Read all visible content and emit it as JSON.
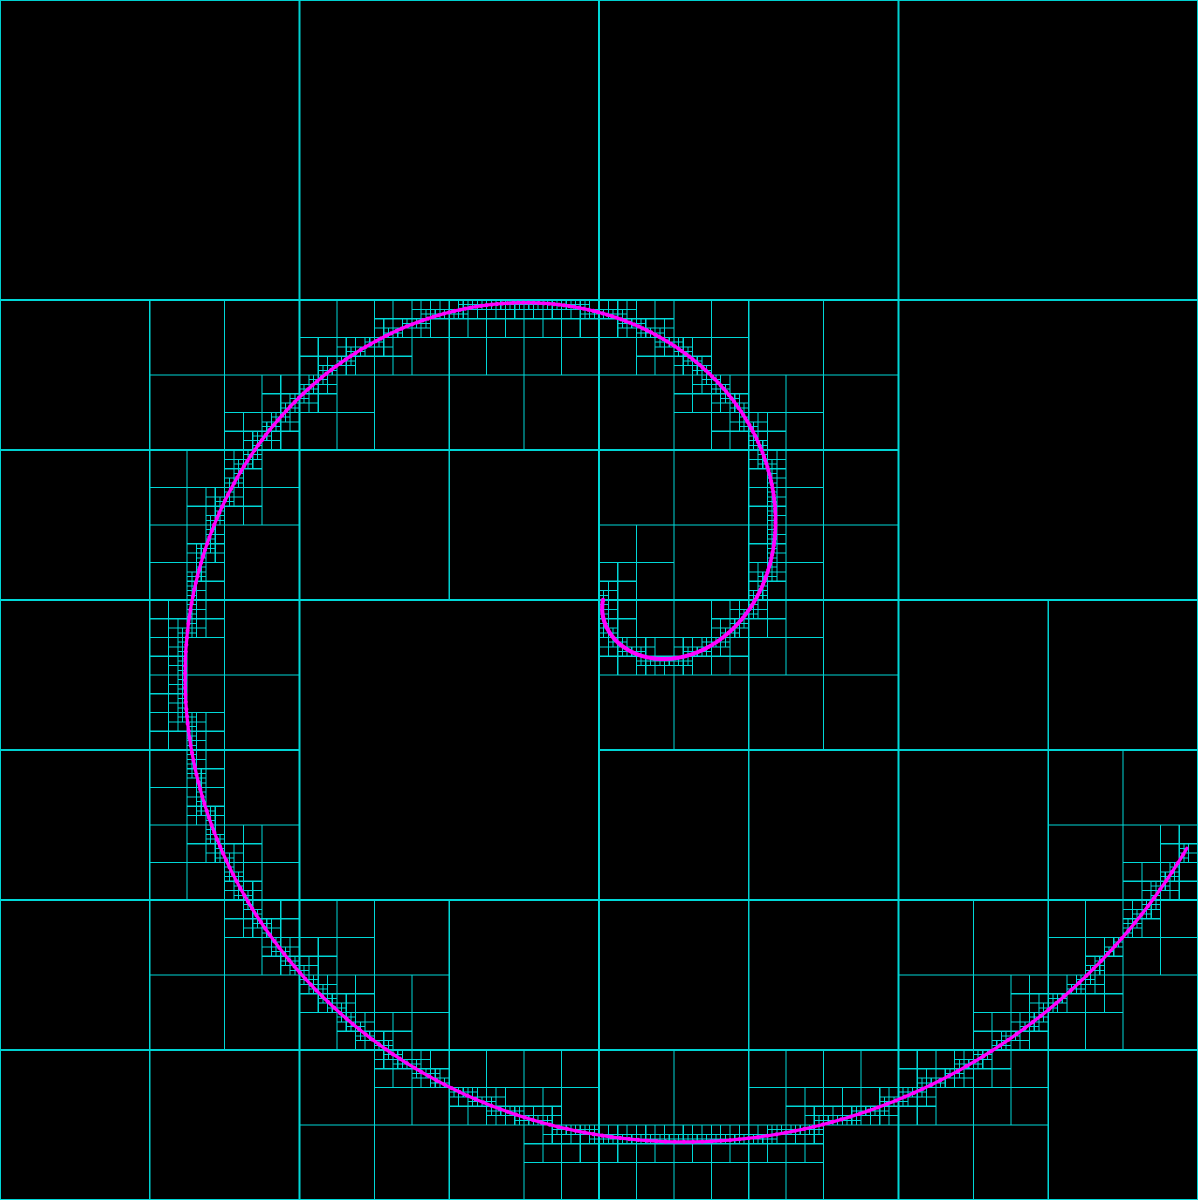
{
  "colors": {
    "background": "#000000",
    "grid_line": "#00d8d8",
    "curve": "#ff00ff"
  },
  "quadtree": {
    "depth_limit": 8
  },
  "curve": {
    "shape": "spiral",
    "rendered_as": "dotted polyline",
    "start_point": "center",
    "turns": 1.25
  }
}
